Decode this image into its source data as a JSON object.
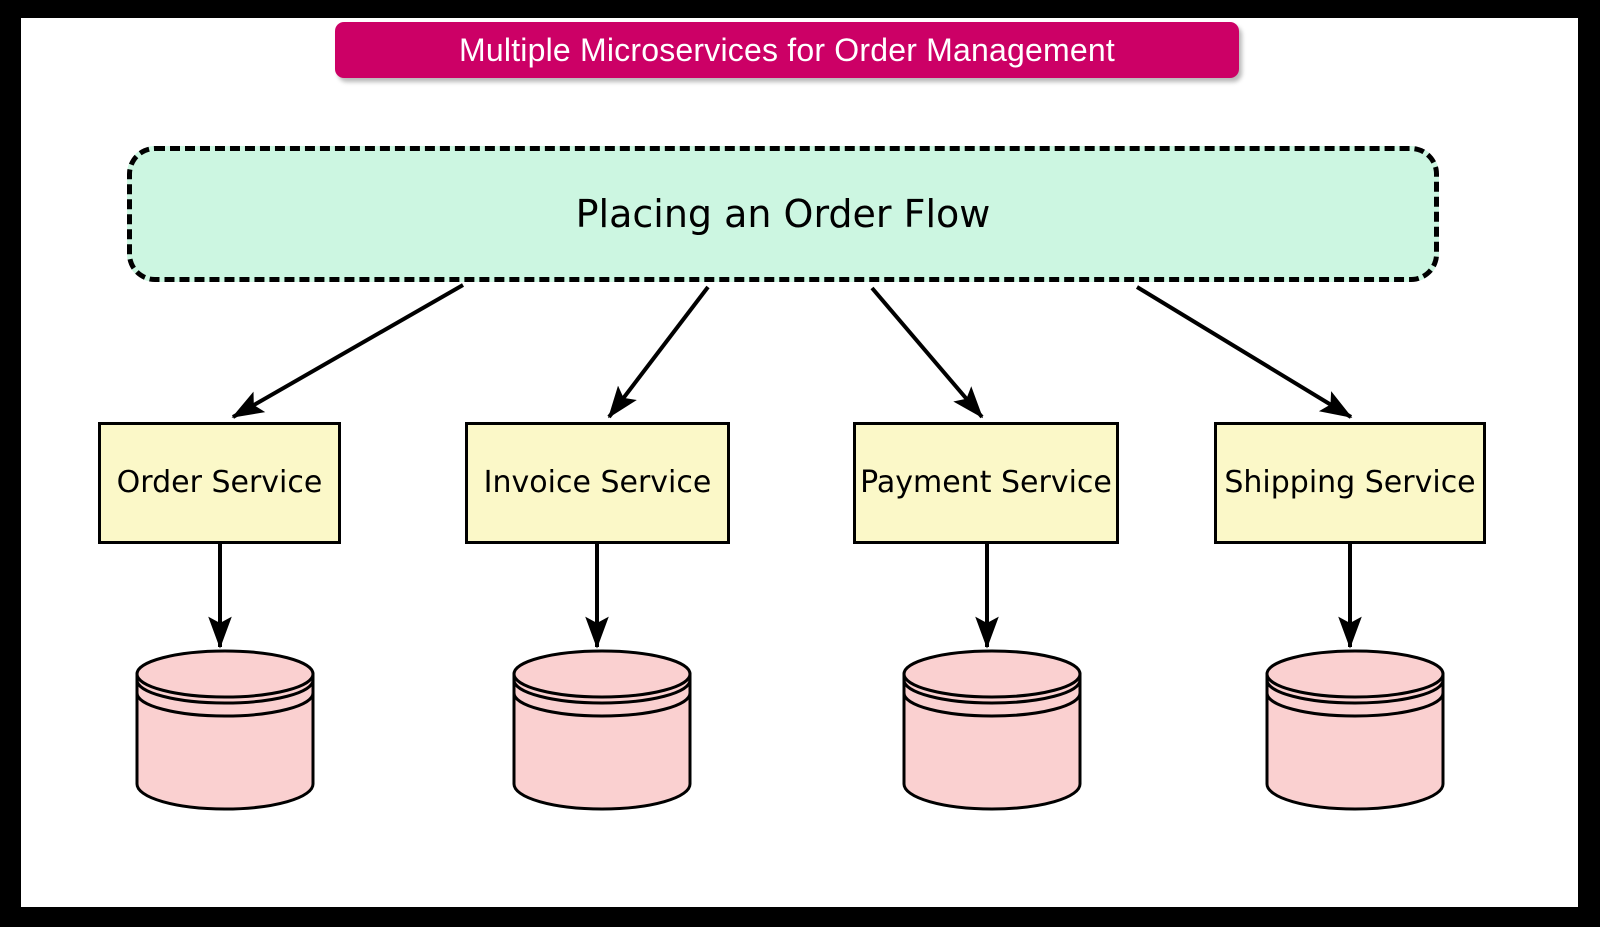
{
  "frame": {
    "border_color": "#000000",
    "canvas_color": "#ffffff"
  },
  "title": {
    "text": "Multiple Microservices for Order Management",
    "banner_color": "#cc0066",
    "text_color": "#ffffff"
  },
  "flow_group": {
    "label": "Placing an Order Flow",
    "fill_color": "#ccf6e1",
    "border_style": "dashed",
    "border_color": "#000000"
  },
  "services": [
    {
      "label": "Order Service",
      "fill_color": "#fbf8c8",
      "database": "order-database"
    },
    {
      "label": "Invoice Service",
      "fill_color": "#fbf8c8",
      "database": "invoice-database"
    },
    {
      "label": "Payment Service",
      "fill_color": "#fbf8c8",
      "database": "payment-database"
    },
    {
      "label": "Shipping Service",
      "fill_color": "#fbf8c8",
      "database": "shipping-database"
    }
  ],
  "databases": [
    {
      "name": "order-database",
      "fill_color": "#fad0d0"
    },
    {
      "name": "invoice-database",
      "fill_color": "#fad0d0"
    },
    {
      "name": "payment-database",
      "fill_color": "#fad0d0"
    },
    {
      "name": "shipping-database",
      "fill_color": "#fad0d0"
    }
  ],
  "connectors": {
    "flow_to_service": [
      {
        "from": "flow-group",
        "to": "Order Service",
        "style": "solid-arrow"
      },
      {
        "from": "flow-group",
        "to": "Invoice Service",
        "style": "solid-arrow"
      },
      {
        "from": "flow-group",
        "to": "Payment Service",
        "style": "solid-arrow"
      },
      {
        "from": "flow-group",
        "to": "Shipping Service",
        "style": "solid-arrow"
      }
    ],
    "service_to_database": [
      {
        "from": "Order Service",
        "to": "order-database",
        "style": "solid-arrow"
      },
      {
        "from": "Invoice Service",
        "to": "invoice-database",
        "style": "solid-arrow"
      },
      {
        "from": "Payment Service",
        "to": "payment-database",
        "style": "solid-arrow"
      },
      {
        "from": "Shipping Service",
        "to": "shipping-database",
        "style": "solid-arrow"
      }
    ]
  },
  "chart_data": {
    "type": "diagram",
    "title": "Multiple Microservices for Order Management",
    "nodes": [
      {
        "id": "flow",
        "label": "Placing an Order Flow",
        "shape": "rounded-dashed-rect",
        "layer": 1
      },
      {
        "id": "svc-0",
        "label": "Order Service",
        "shape": "rect",
        "layer": 2
      },
      {
        "id": "svc-1",
        "label": "Invoice Service",
        "shape": "rect",
        "layer": 2
      },
      {
        "id": "svc-2",
        "label": "Payment Service",
        "shape": "rect",
        "layer": 2
      },
      {
        "id": "svc-3",
        "label": "Shipping Service",
        "shape": "rect",
        "layer": 2
      },
      {
        "id": "db-0",
        "label": "",
        "shape": "cylinder",
        "layer": 3
      },
      {
        "id": "db-1",
        "label": "",
        "shape": "cylinder",
        "layer": 3
      },
      {
        "id": "db-2",
        "label": "",
        "shape": "cylinder",
        "layer": 3
      },
      {
        "id": "db-3",
        "label": "",
        "shape": "cylinder",
        "layer": 3
      }
    ],
    "edges": [
      {
        "from": "flow",
        "to": "svc-0"
      },
      {
        "from": "flow",
        "to": "svc-1"
      },
      {
        "from": "flow",
        "to": "svc-2"
      },
      {
        "from": "flow",
        "to": "svc-3"
      },
      {
        "from": "svc-0",
        "to": "db-0"
      },
      {
        "from": "svc-1",
        "to": "db-1"
      },
      {
        "from": "svc-2",
        "to": "db-2"
      },
      {
        "from": "svc-3",
        "to": "db-3"
      }
    ]
  }
}
